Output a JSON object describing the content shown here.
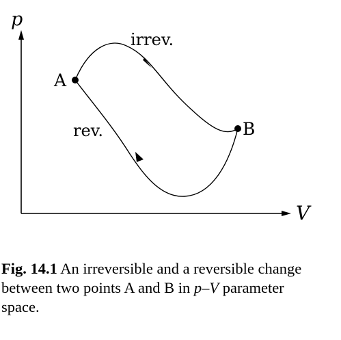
{
  "diagram": {
    "axis_y_label": "p",
    "axis_x_label": "V",
    "point_a_label": "A",
    "point_b_label": "B",
    "upper_path_label": "irrev.",
    "lower_path_label": "rev."
  },
  "caption": {
    "label": "Fig. 14.1",
    "text_before": "An irreversible and a reversible change between two points A and B in",
    "math": "p–V",
    "text_after": "parameter space."
  },
  "colors": {
    "ink": "#000000",
    "background": "#ffffff"
  }
}
